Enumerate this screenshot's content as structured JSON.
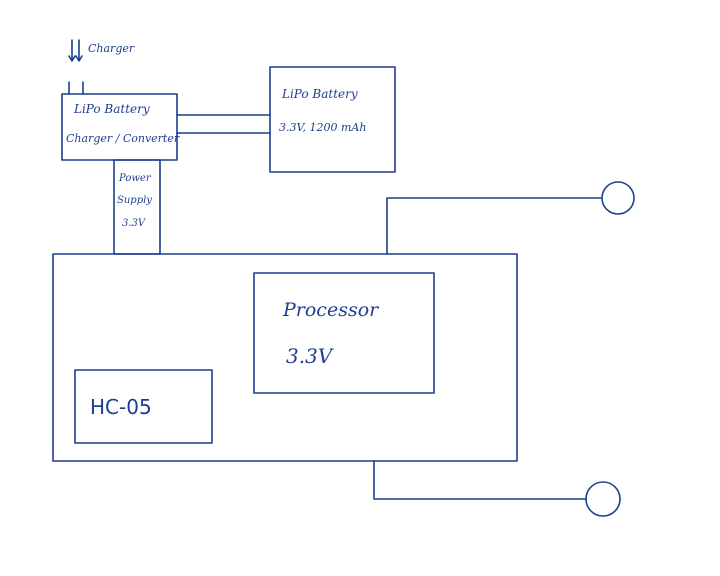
{
  "diagram": {
    "ink_color": "#1d3f8f",
    "background": "#ffffff",
    "charger_label": "Charger",
    "charger_arrow_icon": "double-down-arrow",
    "charger_box": {
      "line1": "LiPo Battery",
      "line2": "Charger / Converter"
    },
    "battery_box": {
      "line1": "LiPo Battery",
      "line2": "3.3V, 1200 mAh"
    },
    "power_supply_box": {
      "line1": "Power",
      "line2": "Supply",
      "line3": "3.3V"
    },
    "processor_box": {
      "line1": "Processor",
      "line2": "3.3V"
    },
    "hc05_box": {
      "label": "HC-05"
    },
    "terminals": [
      "upper-terminal",
      "lower-terminal"
    ]
  }
}
